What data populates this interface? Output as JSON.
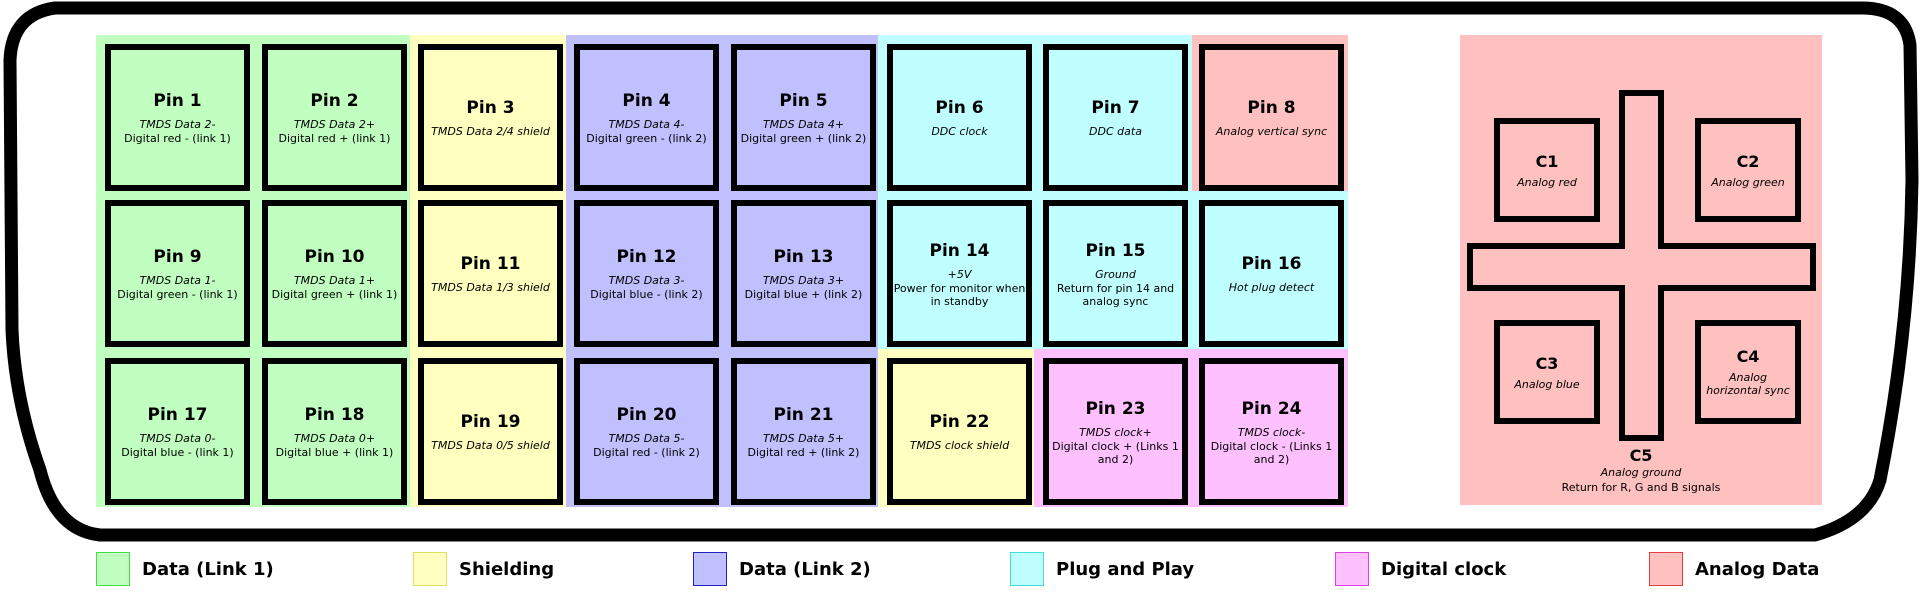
{
  "groups": {
    "data1": {
      "label": "Data (Link 1)",
      "fill": "#c0ffc0",
      "edge": "#40e040"
    },
    "shield": {
      "label": "Shielding",
      "fill": "#ffffc0",
      "edge": "#e0e060"
    },
    "data2": {
      "label": "Data (Link 2)",
      "fill": "#c0c0ff",
      "edge": "#2020c0"
    },
    "pnp": {
      "label": "Plug and Play",
      "fill": "#c0ffff",
      "edge": "#40e0e0"
    },
    "clock": {
      "label": "Digital clock",
      "fill": "#ffc0ff",
      "edge": "#e040e0"
    },
    "analog": {
      "label": "Analog Data",
      "fill": "#ffc0c0",
      "edge": "#e04040"
    }
  },
  "pins": [
    {
      "title": "Pin 1",
      "signal": "TMDS Data 2-",
      "desc": "Digital red - (link 1)"
    },
    {
      "title": "Pin 2",
      "signal": "TMDS Data 2+",
      "desc": "Digital red + (link 1)"
    },
    {
      "title": "Pin 3",
      "signal": "TMDS Data 2/4 shield",
      "desc": ""
    },
    {
      "title": "Pin 4",
      "signal": "TMDS Data 4-",
      "desc": "Digital green - (link 2)"
    },
    {
      "title": "Pin 5",
      "signal": "TMDS Data 4+",
      "desc": "Digital green + (link 2)"
    },
    {
      "title": "Pin 6",
      "signal": "DDC clock",
      "desc": ""
    },
    {
      "title": "Pin 7",
      "signal": "DDC data",
      "desc": ""
    },
    {
      "title": "Pin 8",
      "signal": "Analog vertical sync",
      "desc": ""
    },
    {
      "title": "Pin 9",
      "signal": "TMDS Data 1-",
      "desc": "Digital green - (link 1)"
    },
    {
      "title": "Pin 10",
      "signal": "TMDS Data 1+",
      "desc": "Digital green + (link 1)"
    },
    {
      "title": "Pin 11",
      "signal": "TMDS Data 1/3 shield",
      "desc": ""
    },
    {
      "title": "Pin 12",
      "signal": "TMDS Data 3-",
      "desc": "Digital blue - (link 2)"
    },
    {
      "title": "Pin 13",
      "signal": "TMDS Data 3+",
      "desc": "Digital blue + (link 2)"
    },
    {
      "title": "Pin 14",
      "signal": "+5V",
      "desc": "Power for monitor when in standby"
    },
    {
      "title": "Pin 15",
      "signal": "Ground",
      "desc": "Return for pin 14 and analog sync"
    },
    {
      "title": "Pin 16",
      "signal": "Hot plug detect",
      "desc": ""
    },
    {
      "title": "Pin 17",
      "signal": "TMDS Data 0-",
      "desc": "Digital blue - (link 1)"
    },
    {
      "title": "Pin 18",
      "signal": "TMDS Data 0+",
      "desc": "Digital blue + (link 1)"
    },
    {
      "title": "Pin 19",
      "signal": "TMDS Data 0/5 shield",
      "desc": ""
    },
    {
      "title": "Pin 20",
      "signal": "TMDS Data 5-",
      "desc": "Digital red - (link 2)"
    },
    {
      "title": "Pin 21",
      "signal": "TMDS Data 5+",
      "desc": "Digital red + (link 2)"
    },
    {
      "title": "Pin 22",
      "signal": "TMDS clock shield",
      "desc": ""
    },
    {
      "title": "Pin 23",
      "signal": "TMDS clock+",
      "desc": "Digital clock + (Links 1 and 2)"
    },
    {
      "title": "Pin 24",
      "signal": "TMDS clock-",
      "desc": "Digital clock - (Links 1 and 2)"
    }
  ],
  "analog_contacts": [
    {
      "title": "C1",
      "signal": "Analog red"
    },
    {
      "title": "C2",
      "signal": "Analog green"
    },
    {
      "title": "C3",
      "signal": "Analog blue"
    },
    {
      "title": "C4",
      "signal": "Analog horizontal sync"
    }
  ],
  "c5": {
    "title": "C5",
    "signal": "Analog ground",
    "desc": "Return for R, G and B signals"
  }
}
